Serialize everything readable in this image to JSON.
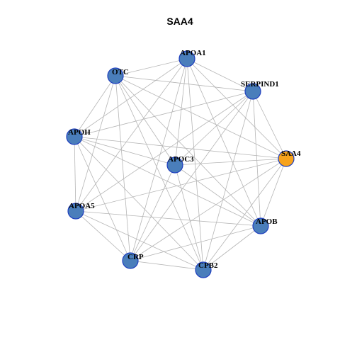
{
  "title": "SAA4",
  "colors": {
    "default_node_fill": "#4A7EBB",
    "default_node_stroke": "#1F3FBF",
    "highlight_node_fill": "#F7A31C",
    "highlight_node_stroke": "#1F3FBF",
    "edge": "#b5b5b5",
    "background": "#ffffff"
  },
  "nodes": [
    {
      "id": "APOA1",
      "label": "APOA1",
      "highlight": false
    },
    {
      "id": "OTC",
      "label": "OTC",
      "highlight": false
    },
    {
      "id": "SERPIND1",
      "label": "SERPIND1",
      "highlight": false
    },
    {
      "id": "APOH",
      "label": "APOH",
      "highlight": false
    },
    {
      "id": "APOC3",
      "label": "APOC3",
      "highlight": false
    },
    {
      "id": "SAA4",
      "label": "SAA4",
      "highlight": true
    },
    {
      "id": "APOA5",
      "label": "APOA5",
      "highlight": false
    },
    {
      "id": "APOB",
      "label": "APOB",
      "highlight": false
    },
    {
      "id": "CRP",
      "label": "CRP",
      "highlight": false
    },
    {
      "id": "CPB2",
      "label": "CPB2",
      "highlight": false
    }
  ],
  "edges": [
    [
      "APOA1",
      "OTC"
    ],
    [
      "APOA1",
      "SERPIND1"
    ],
    [
      "APOA1",
      "APOH"
    ],
    [
      "APOA1",
      "APOC3"
    ],
    [
      "APOA1",
      "SAA4"
    ],
    [
      "APOA1",
      "APOA5"
    ],
    [
      "APOA1",
      "APOB"
    ],
    [
      "APOA1",
      "CRP"
    ],
    [
      "APOA1",
      "CPB2"
    ],
    [
      "OTC",
      "SERPIND1"
    ],
    [
      "OTC",
      "APOH"
    ],
    [
      "OTC",
      "APOC3"
    ],
    [
      "OTC",
      "SAA4"
    ],
    [
      "OTC",
      "APOA5"
    ],
    [
      "OTC",
      "APOB"
    ],
    [
      "OTC",
      "CRP"
    ],
    [
      "OTC",
      "CPB2"
    ],
    [
      "SERPIND1",
      "APOH"
    ],
    [
      "SERPIND1",
      "APOC3"
    ],
    [
      "SERPIND1",
      "SAA4"
    ],
    [
      "SERPIND1",
      "APOA5"
    ],
    [
      "SERPIND1",
      "APOB"
    ],
    [
      "SERPIND1",
      "CRP"
    ],
    [
      "SERPIND1",
      "CPB2"
    ],
    [
      "APOH",
      "APOC3"
    ],
    [
      "APOH",
      "SAA4"
    ],
    [
      "APOH",
      "APOA5"
    ],
    [
      "APOH",
      "APOB"
    ],
    [
      "APOH",
      "CRP"
    ],
    [
      "APOH",
      "CPB2"
    ],
    [
      "APOC3",
      "SAA4"
    ],
    [
      "APOC3",
      "APOB"
    ],
    [
      "APOC3",
      "CRP"
    ],
    [
      "APOC3",
      "CPB2"
    ],
    [
      "SAA4",
      "APOA5"
    ],
    [
      "SAA4",
      "APOB"
    ],
    [
      "SAA4",
      "CRP"
    ],
    [
      "SAA4",
      "CPB2"
    ],
    [
      "APOA5",
      "APOB"
    ],
    [
      "APOA5",
      "CRP"
    ],
    [
      "APOA5",
      "CPB2"
    ],
    [
      "APOB",
      "CRP"
    ],
    [
      "APOB",
      "CPB2"
    ],
    [
      "CRP",
      "CPB2"
    ]
  ]
}
